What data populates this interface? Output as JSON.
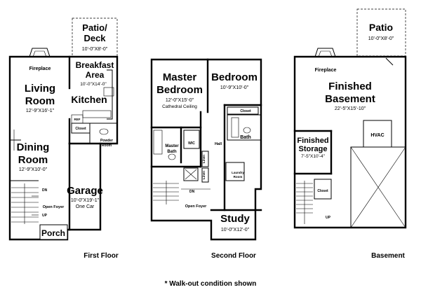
{
  "first_floor": {
    "caption": "First Floor",
    "patio_deck": {
      "name": "Patio/ Deck",
      "line1": "Patio/",
      "line2": "Deck",
      "dims": "10'-0\"X8'-0\""
    },
    "fireplace": "Fireplace",
    "living_room": {
      "line1": "Living",
      "line2": "Room",
      "dims": "12'-9\"X16'-1\""
    },
    "breakfast_area": {
      "line1": "Breakfast",
      "line2": "Area",
      "dims": "10'-0\"X14'-0\""
    },
    "kitchen": "Kitchen",
    "closet": "Closet",
    "ref": "REF",
    "powder_room": {
      "line1": "Powder",
      "line2": "Room"
    },
    "dining_room": {
      "line1": "Dining",
      "line2": "Room",
      "dims": "12'-9\"X10'-0\""
    },
    "garage": {
      "name": "Garage",
      "dims": "10'-0\"X19'-1\"",
      "note": "One Car"
    },
    "dn": "DN",
    "up": "UP",
    "open_foyer": "Open Foyer",
    "porch": "Porch"
  },
  "second_floor": {
    "caption": "Second Floor",
    "master_bedroom": {
      "line1": "Master",
      "line2": "Bedroom",
      "dims": "12'-0\"X15'-0\"",
      "note": "Cathedral Ceiling"
    },
    "bedroom": {
      "name": "Bedroom",
      "dims": "10'-9\"X10'-0\""
    },
    "closet": "Closet",
    "hall": "Hall",
    "bath": "Bath",
    "master_bath": {
      "line1": "Master",
      "line2": "Bath"
    },
    "wic": "WIC",
    "linen_a": "Linen",
    "linen_b": "Linen",
    "laundry_room": {
      "line1": "Laundry",
      "line2": "Room"
    },
    "dn": "DN",
    "open_foyer": "Open Foyer",
    "study": {
      "name": "Study",
      "dims": "10'-0\"X12'-0\""
    }
  },
  "basement": {
    "caption": "Basement",
    "patio": {
      "name": "Patio",
      "dims": "10'-0\"X8'-0\""
    },
    "fireplace": "Fireplace",
    "finished_basement": {
      "line1": "Finished",
      "line2": "Basement",
      "dims": "22'-5\"X15'-10\""
    },
    "hvac": "HVAC",
    "finished_storage": {
      "line1": "Finished",
      "line2": "Storage",
      "dims": "7'-5\"X10'-4\""
    },
    "closet": "Closet",
    "up": "UP"
  },
  "footnote": "* Walk-out condition shown"
}
